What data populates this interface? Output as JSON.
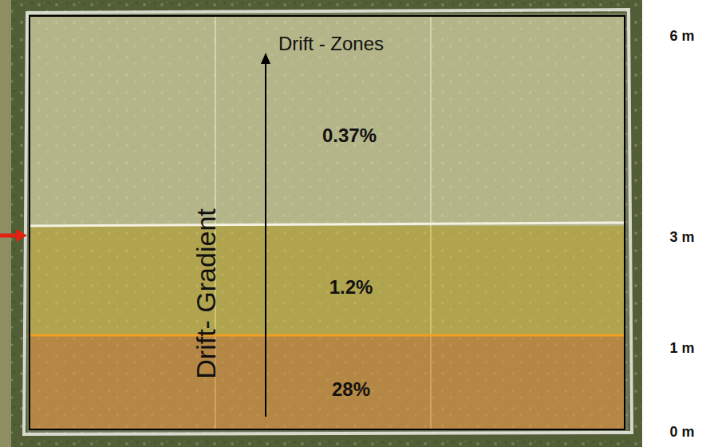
{
  "diagram": {
    "nodes": [
      {
        "text": [
          "0.37%"
        ]
      },
      {
        "text": [
          "1.2%"
        ]
      },
      {
        "text": [
          "28%"
        ]
      }
    ],
    "labels": [
      "Drift - Zones",
      "Drift- Gradient",
      "6 m",
      "3 m",
      "1 m",
      "0 m"
    ]
  }
}
